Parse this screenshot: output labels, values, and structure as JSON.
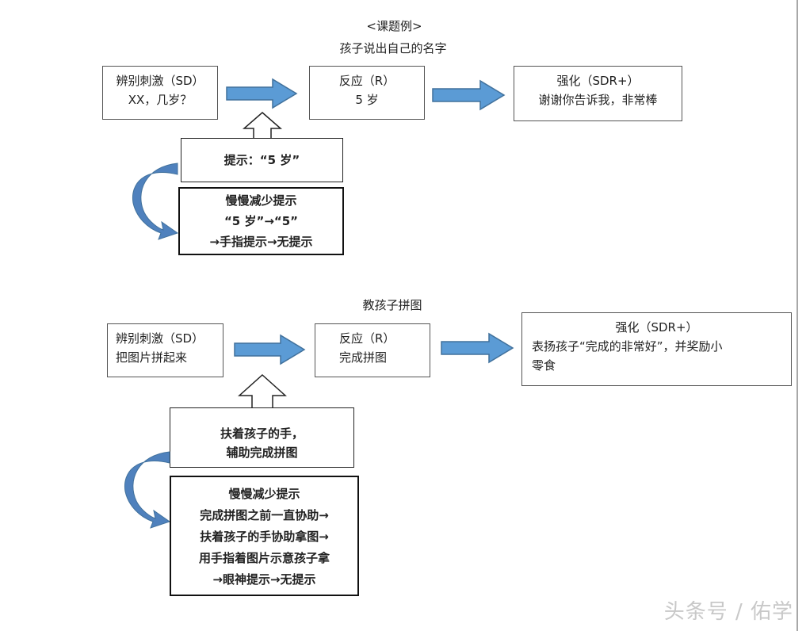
{
  "diagram1": {
    "subtitle": "<课题例>",
    "title": "孩子说出自己的名字",
    "sd": {
      "line1": "辨别刺激（SD）",
      "line2": "XX，几岁？"
    },
    "response": {
      "line1": "反应（R）",
      "line2": "5 岁"
    },
    "reinforce": {
      "line1": "强化（SDR+）",
      "line2": "谢谢你告诉我，非常棒"
    },
    "prompt": "提示：“5 岁”",
    "fading": {
      "line1": "慢慢减少提示",
      "line2": "“5 岁”→“5”",
      "line3": "→手指提示→无提示"
    }
  },
  "diagram2": {
    "title": "教孩子拼图",
    "sd": {
      "line1": "辨别刺激（SD）",
      "line2": "把图片拼起来"
    },
    "response": {
      "line1": "反应（R）",
      "line2": "完成拼图"
    },
    "reinforce": {
      "line1": "强化（SDR+）",
      "line2": "表扬孩子“完成的非常好”，并奖励小",
      "line3": "零食"
    },
    "prompt": {
      "line1": "扶着孩子的手，",
      "line2": "辅助完成拼图"
    },
    "fading": {
      "line1": "慢慢减少提示",
      "line2": "完成拼图之前一直协助→",
      "line3": "扶着孩子的手协助拿图→",
      "line4": "用手指着图片示意孩子拿",
      "line5": "→眼神提示→无提示"
    }
  },
  "watermark": "头条号 / 佑学",
  "colors": {
    "arrow_fill": "#5b9bd5",
    "arrow_stroke": "#41719c",
    "curve_fill": "#4f81bd"
  }
}
